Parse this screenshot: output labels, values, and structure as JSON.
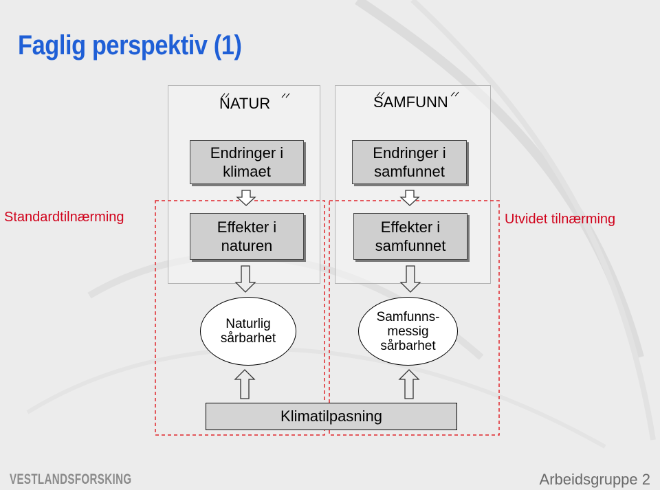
{
  "title": "Faglig perspektiv (1)",
  "columns": {
    "natur": {
      "header": "NATUR",
      "top_box": "Endringer i\nklimaet",
      "mid_box": "Effekter i\nnaturen"
    },
    "samfunn": {
      "header": "SAMFUNN",
      "top_box": "Endringer i\nsamfunnet",
      "mid_box": "Effekter i\nsamfunnet"
    }
  },
  "side_labels": {
    "left": "Standardtilnærming",
    "right": "Utvidet tilnærming"
  },
  "vulnerability": {
    "left": "Naturlig\nsårbarhet",
    "right": "Samfunns-\nmessig\nsårbarhet"
  },
  "adaptation": "Klimatilpasning",
  "footer": {
    "brand": "VESTLANDSFORSKING",
    "right": "Arbeidsgruppe 2"
  },
  "colors": {
    "title": "#1f5fd6",
    "side_label": "#d0021b",
    "dashed_frame": "#e0242a"
  }
}
